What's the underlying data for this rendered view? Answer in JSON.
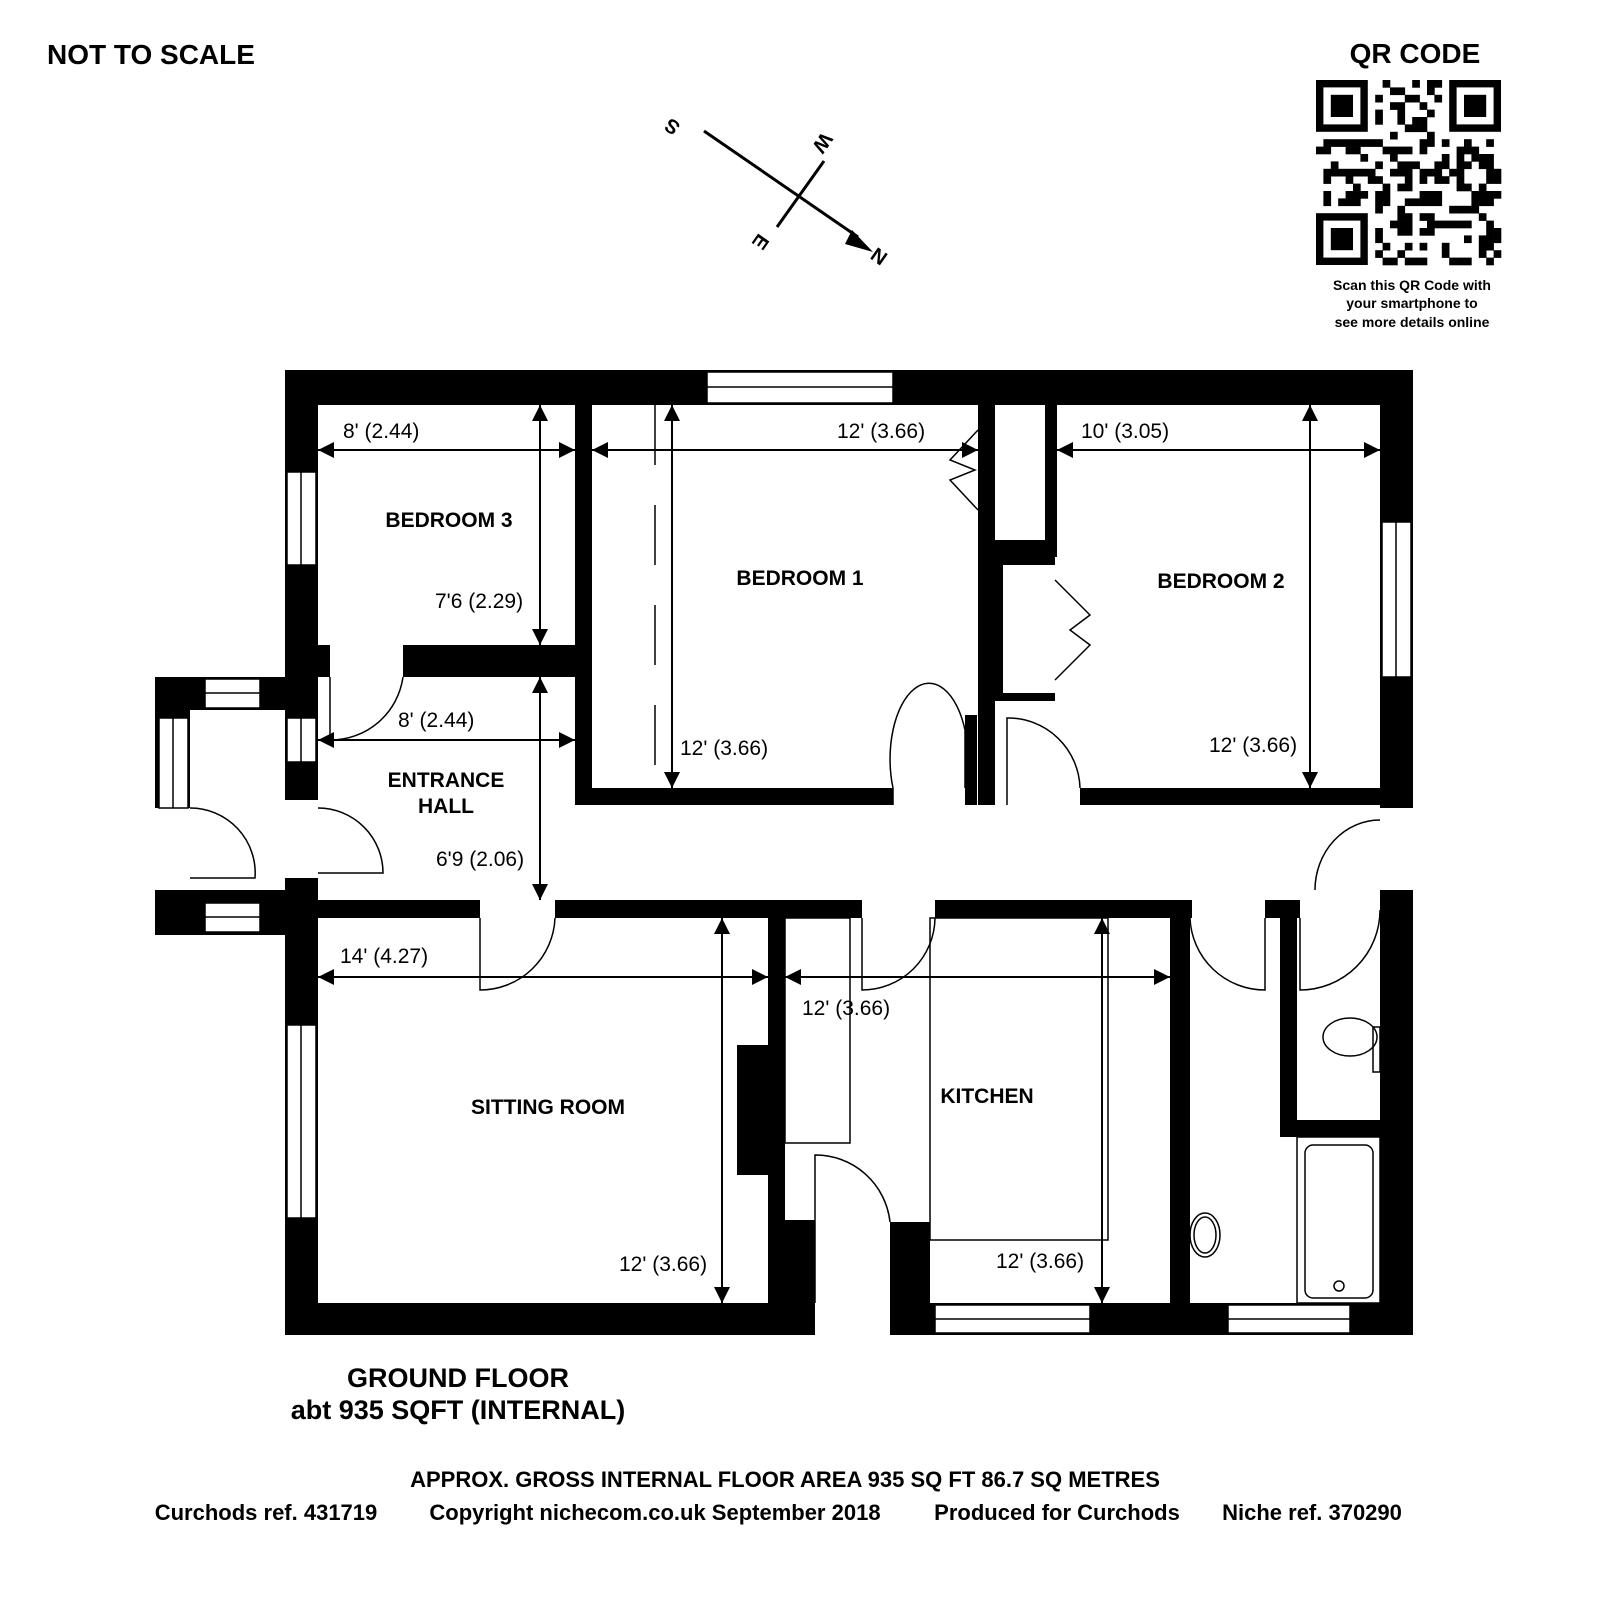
{
  "header": {
    "not_to_scale": "NOT TO SCALE",
    "qr_title": "QR CODE"
  },
  "qr_caption": [
    "Scan this QR Code with",
    "your smartphone to",
    "see more details online"
  ],
  "compass": {
    "north": "N",
    "south": "S",
    "east": "E",
    "west": "W"
  },
  "rooms": {
    "bedroom3": "BEDROOM 3",
    "bedroom1": "BEDROOM 1",
    "bedroom2": "BEDROOM 2",
    "entrance_hall": [
      "ENTRANCE",
      "HALL"
    ],
    "sitting_room": "SITTING ROOM",
    "kitchen": "KITCHEN"
  },
  "dimensions": {
    "bed3_w": "8' (2.44)",
    "bed3_h": "7'6 (2.29)",
    "bed1_w": "12' (3.66)",
    "bed1_h": "12' (3.66)",
    "bed2_w": "10' (3.05)",
    "bed2_h": "12' (3.66)",
    "hall_w": "8' (2.44)",
    "hall_h": "6'9 (2.06)",
    "sitting_w": "14' (4.27)",
    "sitting_h": "12' (3.66)",
    "kitchen_w": "12' (3.66)",
    "kitchen_h": "12' (3.66)"
  },
  "floor": {
    "name": "GROUND FLOOR",
    "area": "abt 935 SQFT (INTERNAL)"
  },
  "footer": {
    "area": "APPROX. GROSS INTERNAL FLOOR AREA 935 SQ FT 86.7 SQ METRES",
    "curchods_ref": "Curchods ref. 431719",
    "copyright": "Copyright nichecom.co.uk September 2018",
    "produced": "Produced for Curchods",
    "niche_ref": "Niche ref. 370290"
  }
}
